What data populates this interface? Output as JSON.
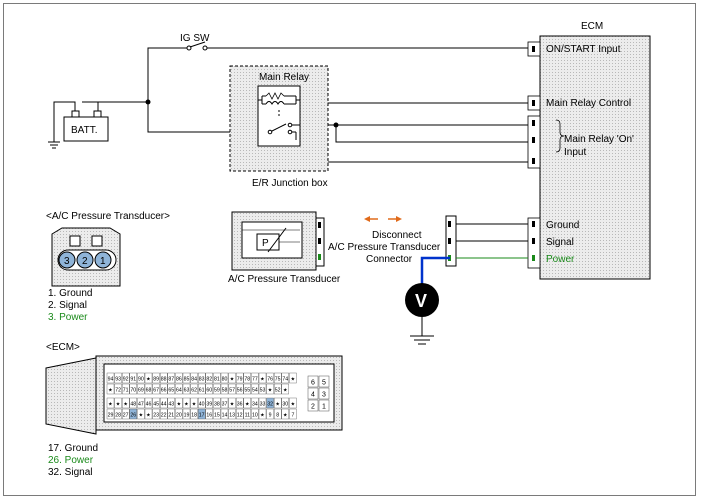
{
  "ecm_title": "ECM",
  "ecm_pins": {
    "on_start": "ON/START Input",
    "main_relay_control": "Main Relay Control",
    "main_relay_on": "Main Relay 'On'",
    "main_relay_on_2": "Input",
    "ground": "Ground",
    "signal": "Signal",
    "power": "Power"
  },
  "ig_sw": "IG SW",
  "batt": "BATT.",
  "main_relay": "Main Relay",
  "junction_box": "E/R Junction box",
  "transducer_header": "<A/C Pressure Transducer>",
  "transducer_pins": [
    "3",
    "2",
    "1"
  ],
  "transducer_legend": [
    "1. Ground",
    "2. Signal",
    "3. Power"
  ],
  "transducer_label": "A/C Pressure Transducer",
  "transducer_symbol": "P",
  "disconnect": [
    "Disconnect",
    "A/C Pressure Transducer",
    "Connector"
  ],
  "voltmeter": "V",
  "ecm_header": "<ECM>",
  "ecm_legend": [
    "17. Ground",
    "26. Power",
    "32. Signal"
  ],
  "ecm_connector": {
    "row1": [
      "94",
      "93",
      "92",
      "91",
      "90",
      "★",
      "89",
      "88",
      "87",
      "86",
      "85",
      "84",
      "83",
      "82",
      "81",
      "80",
      "★",
      "79",
      "78",
      "77",
      "★",
      "76",
      "75",
      "74",
      "★"
    ],
    "row2": [
      "★",
      "72",
      "71",
      "70",
      "69",
      "68",
      "67",
      "66",
      "65",
      "64",
      "63",
      "62",
      "61",
      "60",
      "59",
      "58",
      "57",
      "56",
      "55",
      "54",
      "53",
      "★",
      "52",
      "★"
    ],
    "row3": [
      "★",
      "★",
      "★",
      "48",
      "47",
      "46",
      "45",
      "44",
      "43",
      "★",
      "★",
      "★",
      "40",
      "39",
      "38",
      "37",
      "★",
      "36",
      "★",
      "34",
      "33",
      "32",
      "★",
      "30",
      "★"
    ],
    "row4": [
      "29",
      "28",
      "27",
      "26",
      "★",
      "★",
      "23",
      "22",
      "21",
      "20",
      "19",
      "18",
      "17",
      "16",
      "15",
      "14",
      "13",
      "12",
      "11",
      "10",
      "★",
      "9",
      "8",
      "★",
      "7"
    ],
    "side": [
      "6",
      "5",
      "4",
      "3",
      "2",
      "1"
    ],
    "highlight": [
      "32",
      "26",
      "17"
    ]
  },
  "colors": {
    "green": "#1a8a1a",
    "blue": "#0033cc",
    "orange": "#e06a1a",
    "highlight": "#8fb4d8",
    "panel": "#e6e6e6",
    "line": "#000000"
  }
}
